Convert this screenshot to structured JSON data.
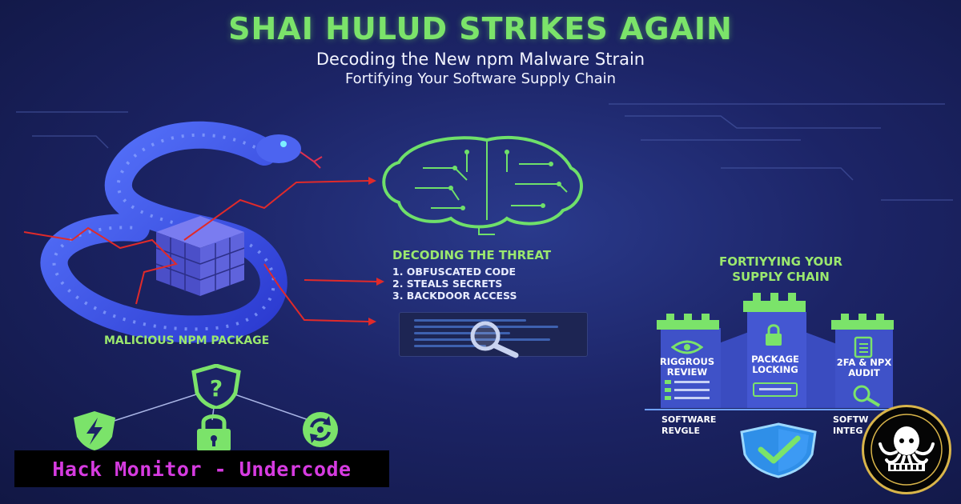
{
  "header": {
    "title": "SHAI HULUD STRIKES AGAIN",
    "subtitle_1": "Decoding the New npm Malware Strain",
    "subtitle_2": "Fortifying Your Software Supply Chain"
  },
  "threat": {
    "heading": "DECODING THE THREAT",
    "items": [
      "1.  OBFUSCATED CODE",
      "2.  STEALS SECRETS",
      "3.  BACKDOOR ACCESS"
    ]
  },
  "package_label": "MALICIOUS NPM PACKAGE",
  "supply_chain": {
    "heading_line1": "FORTIYYING YOUR",
    "heading_line2": "SUPPLY CHAIN",
    "towers": [
      {
        "line1": "RIGGROUS",
        "line2": "REVIEW"
      },
      {
        "line1": "PACKAGE",
        "line2": "LOCKING"
      },
      {
        "line1": "2FA & NPX",
        "line2": "AUDIT"
      }
    ],
    "bottom_left": {
      "line1": "SOFTWARE",
      "line2": "REVGLE"
    },
    "bottom_right": {
      "line1": "SOFTW",
      "line2": "INTEG"
    }
  },
  "banner": "Hack Monitor - Undercode",
  "icons": {
    "question_shield": "question-shield-icon",
    "lightning_shield": "lightning-shield-icon",
    "padlock": "padlock-icon",
    "sync": "sync-icon",
    "brain": "circuit-brain-icon",
    "snake": "snake-icon",
    "magnifier": "magnifier-icon",
    "check_shield": "check-shield-icon"
  },
  "colors": {
    "accent_green": "#7be36a",
    "banner_text": "#d63be0",
    "background": "#1c2466"
  }
}
